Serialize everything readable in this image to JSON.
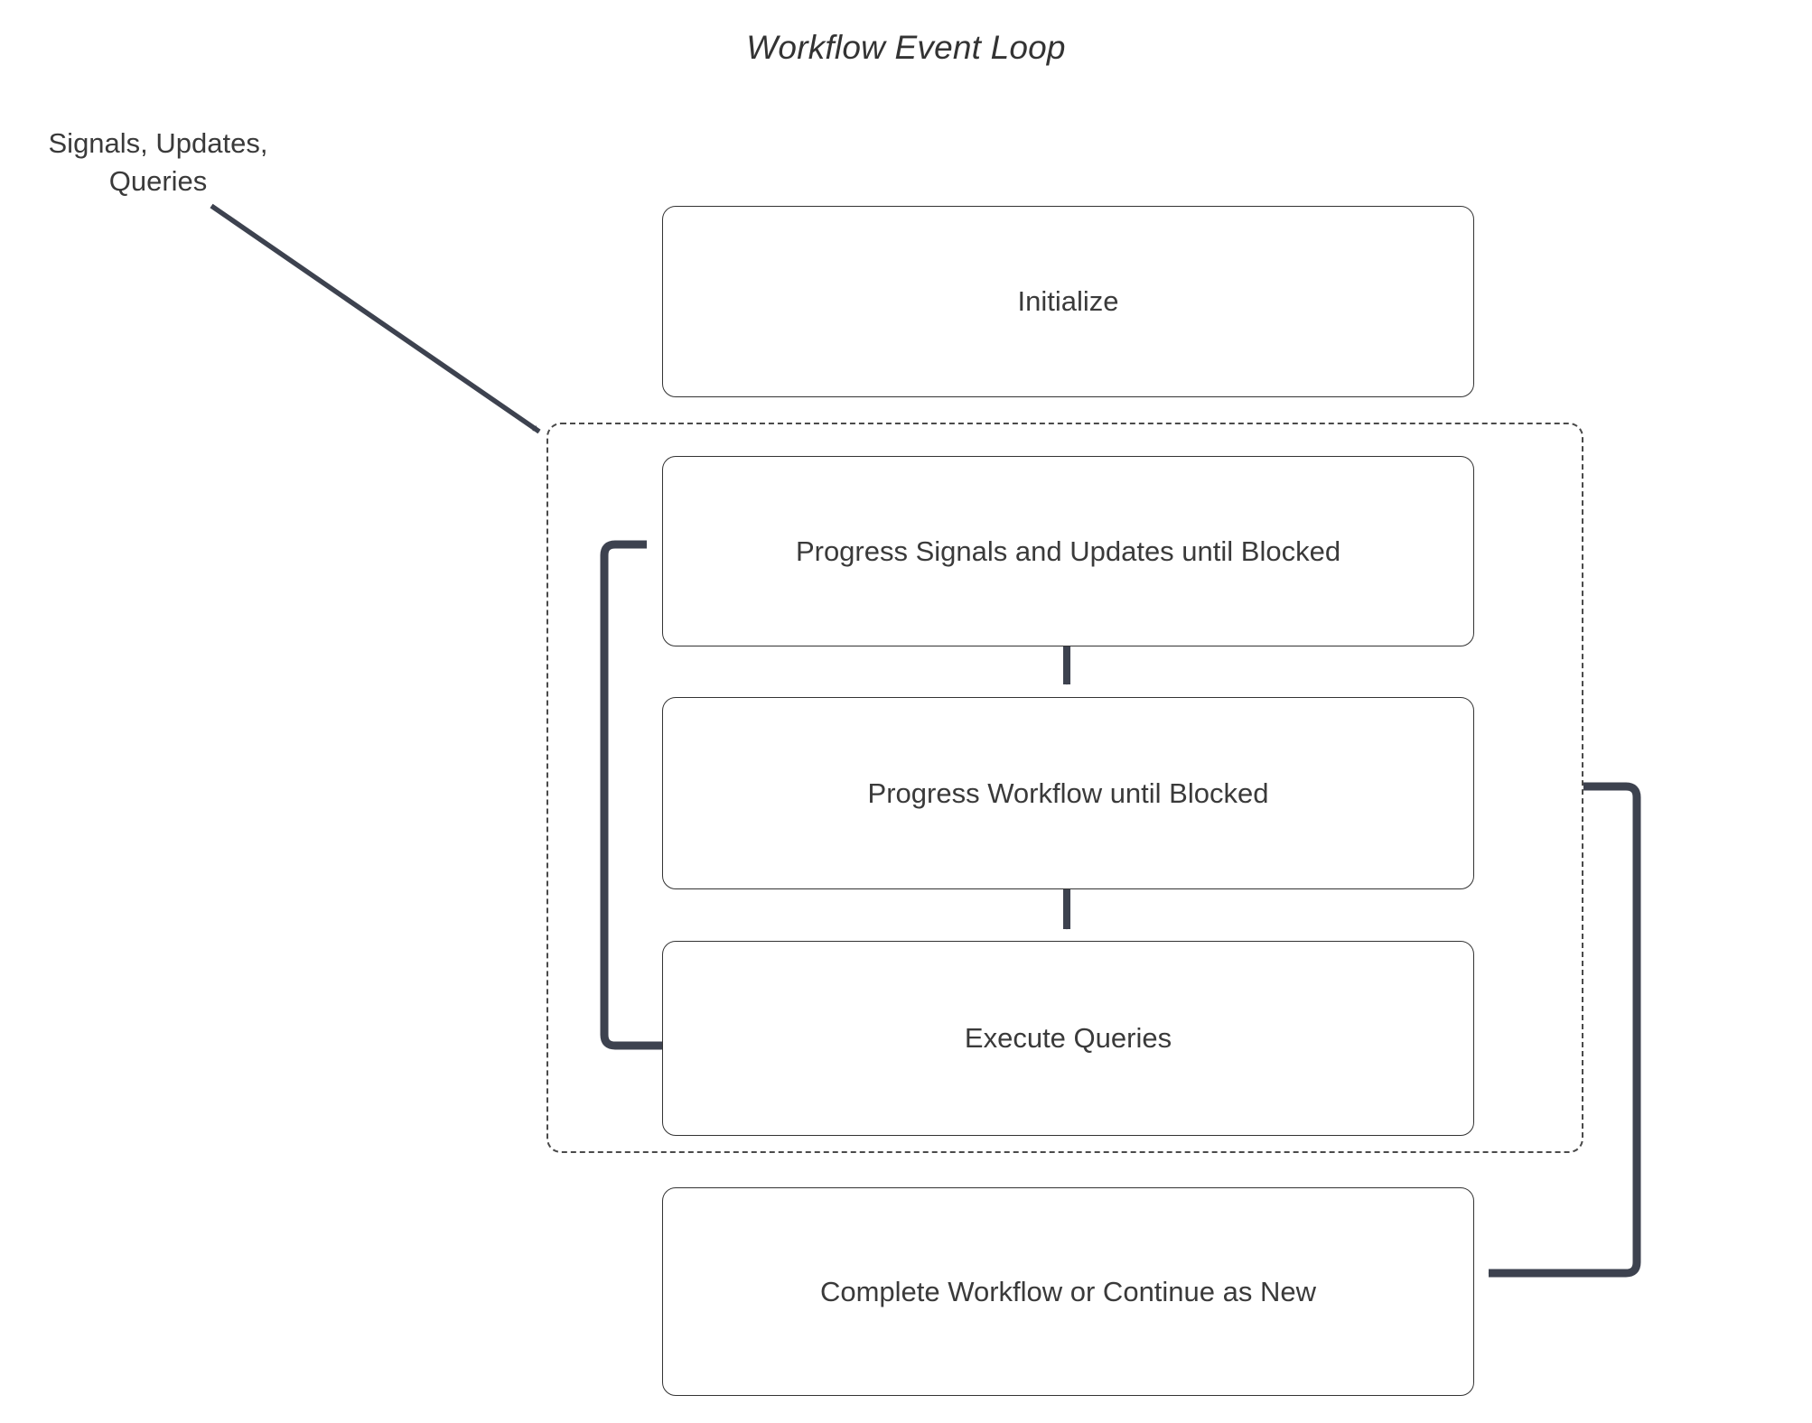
{
  "diagram": {
    "title": "Workflow Event Loop",
    "type": "flowchart",
    "background_color": "#ffffff",
    "node_border_color": "#333333",
    "node_text_color": "#3a3a3a",
    "connector_color": "#3d424f",
    "dashed_group_color": "#4a4a4a",
    "labels": {
      "input_label_line1": "Signals, Updates,",
      "input_label_line2": "Queries"
    },
    "nodes": [
      {
        "id": "initialize",
        "label": "Initialize"
      },
      {
        "id": "progress_signals",
        "label": "Progress Signals and Updates until Blocked"
      },
      {
        "id": "progress_workflow",
        "label": "Progress Workflow until Blocked"
      },
      {
        "id": "execute_queries",
        "label": "Execute Queries"
      },
      {
        "id": "complete_workflow",
        "label": "Complete Workflow or Continue as New"
      }
    ],
    "group": {
      "id": "event_loop_group",
      "style": "dashed",
      "members": [
        "progress_signals",
        "progress_workflow",
        "execute_queries"
      ]
    },
    "edges": [
      {
        "from": "input_label",
        "to": "event_loop_group",
        "style": "solid-arrow",
        "direction": "diagonal-down-right"
      },
      {
        "from": "progress_signals",
        "to": "progress_workflow",
        "style": "solid-arrow",
        "direction": "down"
      },
      {
        "from": "progress_workflow",
        "to": "execute_queries",
        "style": "solid-arrow",
        "direction": "down"
      },
      {
        "from": "execute_queries",
        "to": "progress_signals",
        "style": "thick-arrow",
        "direction": "loop-left-up"
      },
      {
        "from": "event_loop_group",
        "to": "complete_workflow",
        "style": "thick-arrow",
        "direction": "loop-right-down"
      }
    ]
  }
}
